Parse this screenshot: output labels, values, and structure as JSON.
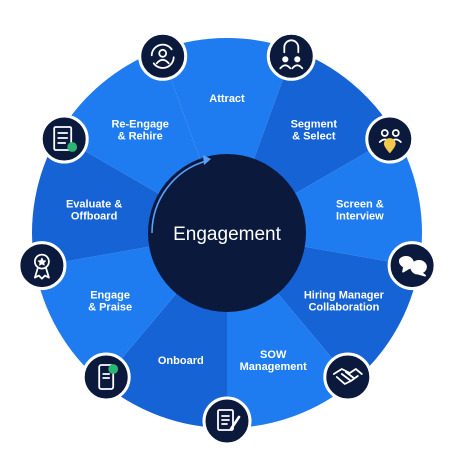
{
  "center": {
    "label": "Engagement"
  },
  "segments": [
    {
      "name": "attract",
      "lines": [
        "Attract"
      ],
      "icon": "magnet-people-icon"
    },
    {
      "name": "segment-select",
      "lines": [
        "Segment",
        "& Select"
      ],
      "icon": "people-pin-icon"
    },
    {
      "name": "screen-interview",
      "lines": [
        "Screen &",
        "Interview"
      ],
      "icon": "chat-bubbles-icon"
    },
    {
      "name": "hiring-manager-collaboration",
      "lines": [
        "Hiring Manager",
        "Collaboration"
      ],
      "icon": "handshake-icon"
    },
    {
      "name": "sow-management",
      "lines": [
        "SOW",
        "Management"
      ],
      "icon": "document-pen-icon"
    },
    {
      "name": "onboard",
      "lines": [
        "Onboard"
      ],
      "icon": "phone-check-icon"
    },
    {
      "name": "engage-praise",
      "lines": [
        "Engage",
        "& Praise"
      ],
      "icon": "award-ribbon-icon"
    },
    {
      "name": "evaluate-offboard",
      "lines": [
        "Evaluate &",
        "Offboard"
      ],
      "icon": "checklist-icon"
    },
    {
      "name": "re-engage-rehire",
      "lines": [
        "Re-Engage",
        "& Rehire"
      ],
      "icon": "person-refresh-icon"
    }
  ],
  "colors": {
    "segment_light": "#1f7cf0",
    "segment_dark": "#1663d6",
    "hub": "#0b1a3c",
    "icon_badge": "#0b1a3c",
    "icon_stroke": "#ffffff"
  }
}
